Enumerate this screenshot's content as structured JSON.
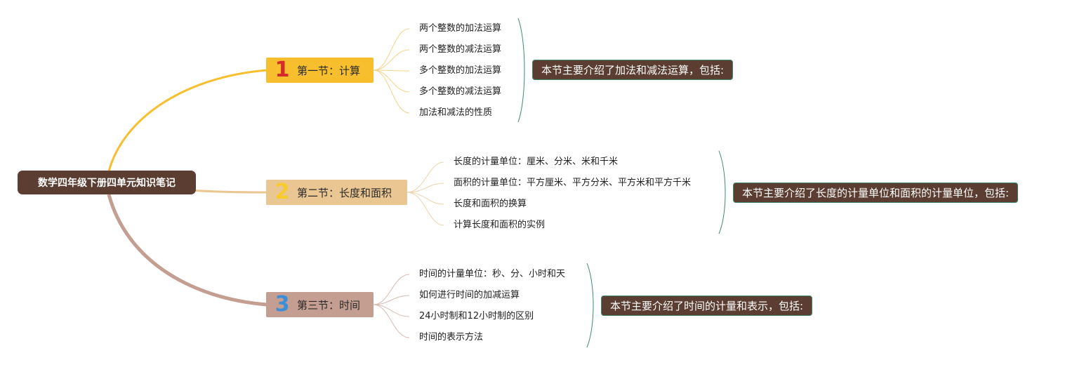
{
  "root": {
    "title": "数学四年级下册四单元知识笔记"
  },
  "sections": [
    {
      "number": "1",
      "title": "第一节：计算",
      "color": "#f7bf2e",
      "number_color": "#d62a2a",
      "items": [
        "两个整数的加法运算",
        "两个整数的减法运算",
        "多个整数的加法运算",
        "多个整数的减法运算",
        "加法和减法的性质"
      ],
      "summary": "本节主要介绍了加法和减法运算，包括:"
    },
    {
      "number": "2",
      "title": "第二节：长度和面积",
      "color": "#e9c692",
      "number_color": "#f5cc2c",
      "items": [
        "长度的计量单位：厘米、分米、米和千米",
        "面积的计量单位：平方厘米、平方分米、平方米和平方千米",
        "长度和面积的换算",
        "计算长度和面积的实例"
      ],
      "summary": "本节主要介绍了长度的计量单位和面积的计量单位，包括:"
    },
    {
      "number": "3",
      "title": "第三节：时间",
      "color": "#c49e90",
      "number_color": "#3a8fd8",
      "items": [
        "时间的计量单位：秒、分、小时和天",
        "如何进行时间的加减运算",
        "24小时制和12小时制的区别",
        "时间的表示方法"
      ],
      "summary": "本节主要介绍了时间的计量和表示，包括:"
    }
  ]
}
